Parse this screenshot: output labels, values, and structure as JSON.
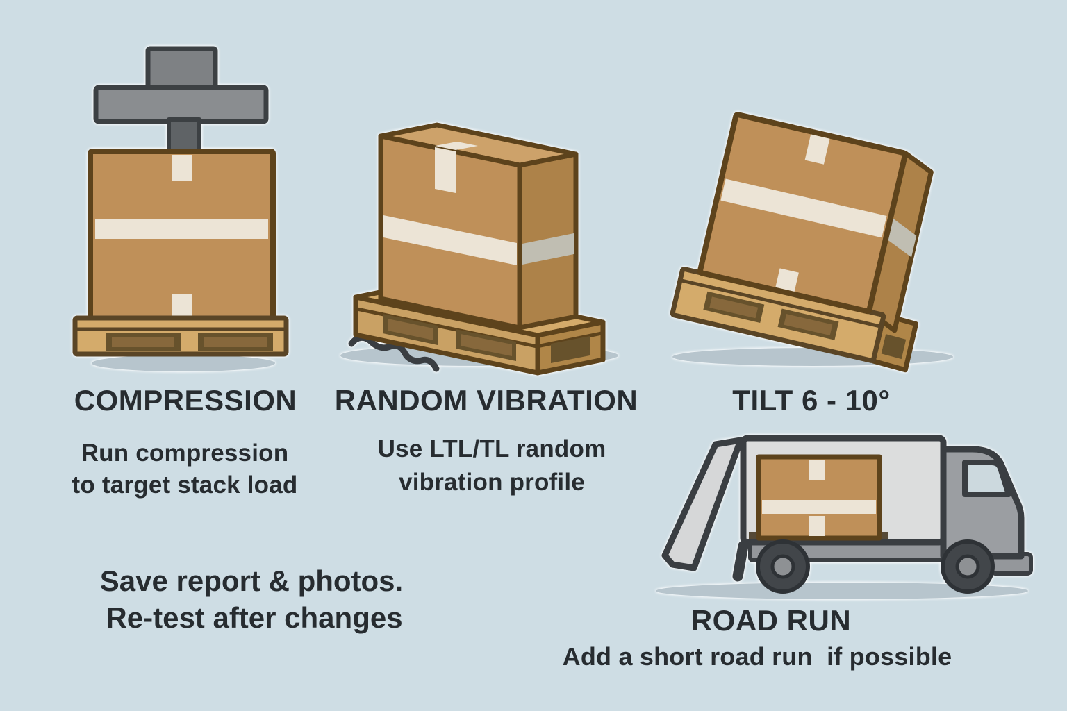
{
  "background_color": "#cedde4",
  "ink_color": "#272c30",
  "panels": {
    "compression": {
      "title": "COMPRESSION",
      "desc1": "Run compression",
      "desc2": "to target stack load"
    },
    "vibration": {
      "title": "RANDOM VIBRATION",
      "desc1": "Use LTL/TL random",
      "desc2": "vibration profile"
    },
    "tilt": {
      "title": "TILT 6 - 10°"
    },
    "road_run": {
      "title": "ROAD RUN",
      "desc1": "Add a short road run  if possible"
    }
  },
  "note": {
    "line1": "Save report & photos.",
    "line2": "Re-test after changes"
  },
  "icons": {
    "compression": "press-on-palletized-carton-icon",
    "vibration": "palletized-carton-with-squiggle-icon",
    "tilt": "tilted-palletized-carton-icon",
    "road_run": "box-truck-with-open-door-icon"
  },
  "colors": {
    "carton": "#bf9059",
    "carton_top": "#cda26a",
    "carton_side": "#ad8249",
    "carton_outline": "#5d431c",
    "tape": "#ece4d6",
    "tape_shaded": "#c0beb2",
    "pallet": "#d4ab6b",
    "pallet_front": "#c9a164",
    "pallet_side": "#b08648",
    "pallet_slot": "#67522c",
    "pallet_slot_inner": "#87683c",
    "pallet_outline": "#5a4526",
    "press_gray": "#8a8d90",
    "press_mid": "#7e8184",
    "press_dark": "#5f6366",
    "press_outline": "#3c4043",
    "truck_body": "#dcdddd",
    "truck_door": "#d6d7d8",
    "truck_cab": "#9b9ea2",
    "truck_window": "#ccd9de",
    "truck_chassis": "#94979b",
    "truck_floor": "#554936",
    "truck_outline": "#3a3e42",
    "wheel": "#42464a",
    "wheel_outline": "#2e3236",
    "hub": "#8e9194",
    "shadow": "#b7c5cd"
  }
}
